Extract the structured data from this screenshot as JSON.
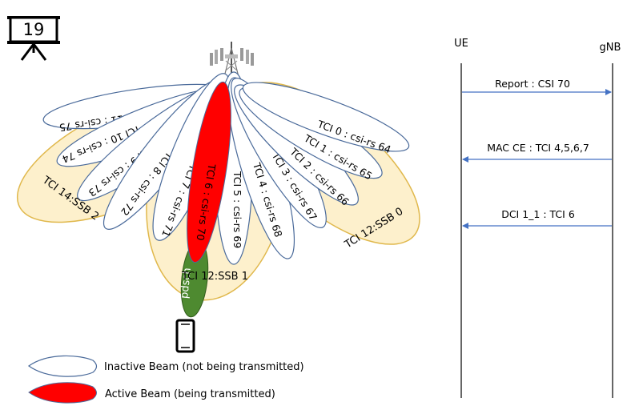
{
  "slide": {
    "number": "19"
  },
  "beam_diagram": {
    "ssb_groups": [
      {
        "label": "TCI 14:SSB 2"
      },
      {
        "label": "TCI 12:SSB 0"
      },
      {
        "label": "TCI 12:SSB 1"
      }
    ],
    "csi_beams": [
      {
        "label": "TCI 11 : csi-rs 75",
        "state": "inactive"
      },
      {
        "label": "TCI 10 : csi-rs 74",
        "state": "inactive"
      },
      {
        "label": "TCI 9 : csi-rs 73",
        "state": "inactive"
      },
      {
        "label": "TCI 8 : csi-rs 72",
        "state": "inactive"
      },
      {
        "label": "TCI 7 : csi-rs 71",
        "state": "inactive"
      },
      {
        "label": "TCI 6 : csi-rs 70",
        "state": "active"
      },
      {
        "label": "TCI 5 : csi-rs 69",
        "state": "inactive"
      },
      {
        "label": "TCI 4 : csi-rs 68",
        "state": "inactive"
      },
      {
        "label": "TCI 3 : csi-rs 67",
        "state": "inactive"
      },
      {
        "label": "TCI 2 : csi-rs 66",
        "state": "inactive"
      },
      {
        "label": "TCI 1 : csi-rs 65",
        "state": "inactive"
      },
      {
        "label": "TCI 0 : csi-rs 64",
        "state": "inactive"
      }
    ],
    "pdsch_label": "pdsch",
    "colors": {
      "ssb_fill": "#FDF0CC",
      "ssb_stroke": "#E0B84C",
      "beam_stroke": "#4A6A9A",
      "active_beam": "#FF0000",
      "pdsch": "#4E8A30"
    }
  },
  "legend": {
    "inactive": "Inactive Beam (not being  transmitted)",
    "active": "Active Beam (being  transmitted)"
  },
  "sequence": {
    "left_entity": "UE",
    "right_entity": "gNB",
    "messages": [
      {
        "label": "Report : CSI 70",
        "direction": "to-gNB"
      },
      {
        "label": "MAC CE : TCI 4,5,6,7",
        "direction": "to-UE"
      },
      {
        "label": "DCI 1_1 : TCI 6",
        "direction": "to-UE"
      }
    ],
    "arrow_color": "#4472C4"
  }
}
